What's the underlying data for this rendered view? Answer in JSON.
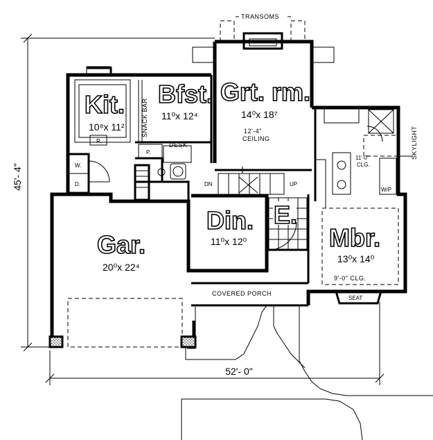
{
  "rooms": {
    "kitchen": {
      "name": "Kit.",
      "size": "10⁸x 11²"
    },
    "breakfast": {
      "name": "Bfst.",
      "size": "11⁰x 12⁴"
    },
    "great_room": {
      "name": "Grt. rm.",
      "size": "14⁰x 18⁷",
      "note_line1": "12'-4\"",
      "note_line2": "CEILING"
    },
    "dining": {
      "name": "Din.",
      "size": "11⁰x 12⁰"
    },
    "entry": {
      "name": "E."
    },
    "master_bedroom": {
      "name": "Mbr.",
      "size": "13⁰x 14⁰",
      "note": "9'-0\" CLG."
    },
    "garage": {
      "name": "Gar.",
      "size": "20⁰x 22⁴"
    }
  },
  "labels": {
    "transoms": "TRANSOMS",
    "snack_bar": "SNACK BAR",
    "desk": "DESK",
    "pantry": "P.",
    "refrigerator": "R.",
    "washer": "W.",
    "dryer": "D.",
    "down": "DN",
    "up": "UP",
    "covered_porch": "COVERED PORCH",
    "seat": "SEAT",
    "skylight": "SKYLIGHT",
    "bath_ceiling_line1": "11'-0\"",
    "bath_ceiling_line2": "CLG.",
    "walk_in_pantry": "W/P"
  },
  "dimensions": {
    "depth": "45'- 4\"",
    "width": "52'- 0\""
  }
}
